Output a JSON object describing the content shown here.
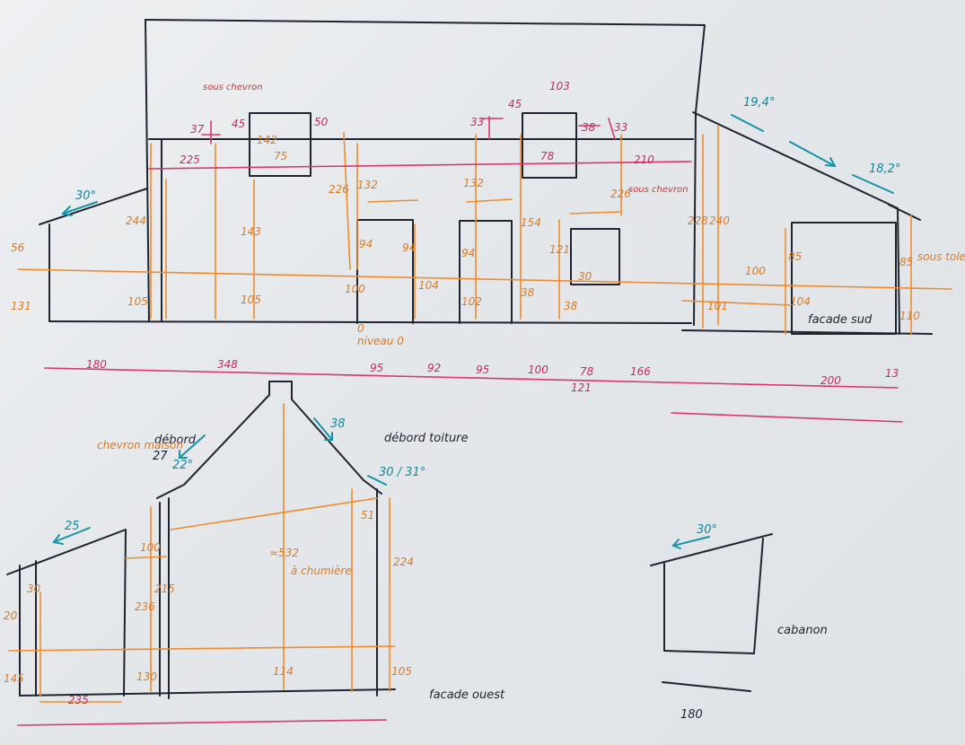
{
  "labels": {
    "facade_sud": "facade sud",
    "facade_ouest": "facade ouest",
    "cabanon": "cabanon",
    "niveau_0": "niveau 0",
    "zero": "0",
    "sous_chevron": "sous chevron",
    "sous_chevron_2": "sous chevron",
    "sous_tole": "sous tole",
    "debord": "débord",
    "debord_toiture": "débord toiture",
    "chevron_maison": "chevron maison",
    "a_la_chumiere": "à chumière",
    "approx_532": "≈532"
  },
  "angles": {
    "a30_left": "30°",
    "a19_4": "19,4°",
    "a18_2": "18,2°",
    "a22": "22°",
    "a38": "38",
    "a30_31": "30 / 31°",
    "a25": "25",
    "a30_cab": "30°"
  },
  "dims_south": {
    "d56": "56",
    "d131": "131",
    "d244": "244",
    "d105a": "105",
    "d225": "225",
    "d37": "37",
    "d45a": "45",
    "d142": "142",
    "d75": "75",
    "d50": "50",
    "d143": "143",
    "d105b": "105",
    "d226a": "226",
    "d132a": "132",
    "d100a": "100",
    "d94a": "94",
    "d94b": "94",
    "d104": "104",
    "d132b": "132",
    "d94c": "94",
    "d102": "102",
    "d154": "154",
    "d38a": "38",
    "d103": "103",
    "d45b": "45",
    "d33a": "33",
    "d78a": "78",
    "d38b": "38",
    "d33b": "33",
    "d210": "210",
    "d226b": "226",
    "d121": "121",
    "d30a": "30",
    "d38c": "38",
    "d228": "228",
    "d240": "240",
    "d101": "101",
    "d100b": "100",
    "d85a": "85",
    "d104b": "104",
    "d85b": "85",
    "d110": "110"
  },
  "dims_south_horizontal": {
    "h180": "180",
    "h348": "348",
    "h95a": "95",
    "h92": "92",
    "h95b": "95",
    "h100": "100",
    "h78": "78",
    "h121": "121",
    "h166": "166",
    "h200": "200",
    "h13": "13"
  },
  "dims_west": {
    "w27": "27",
    "w20": "20",
    "w30": "30",
    "w100": "100",
    "w236": "236",
    "w215": "215",
    "w51": "51",
    "w224": "224",
    "w145": "145",
    "w130": "130",
    "w114": "114",
    "w105": "105",
    "w235": "235"
  },
  "dims_cabanon": {
    "c180": "180"
  },
  "colors": {
    "ink": "#1e2430",
    "orange": "#ef8b2c",
    "pink": "#d9356f",
    "teal": "#1593a8"
  }
}
